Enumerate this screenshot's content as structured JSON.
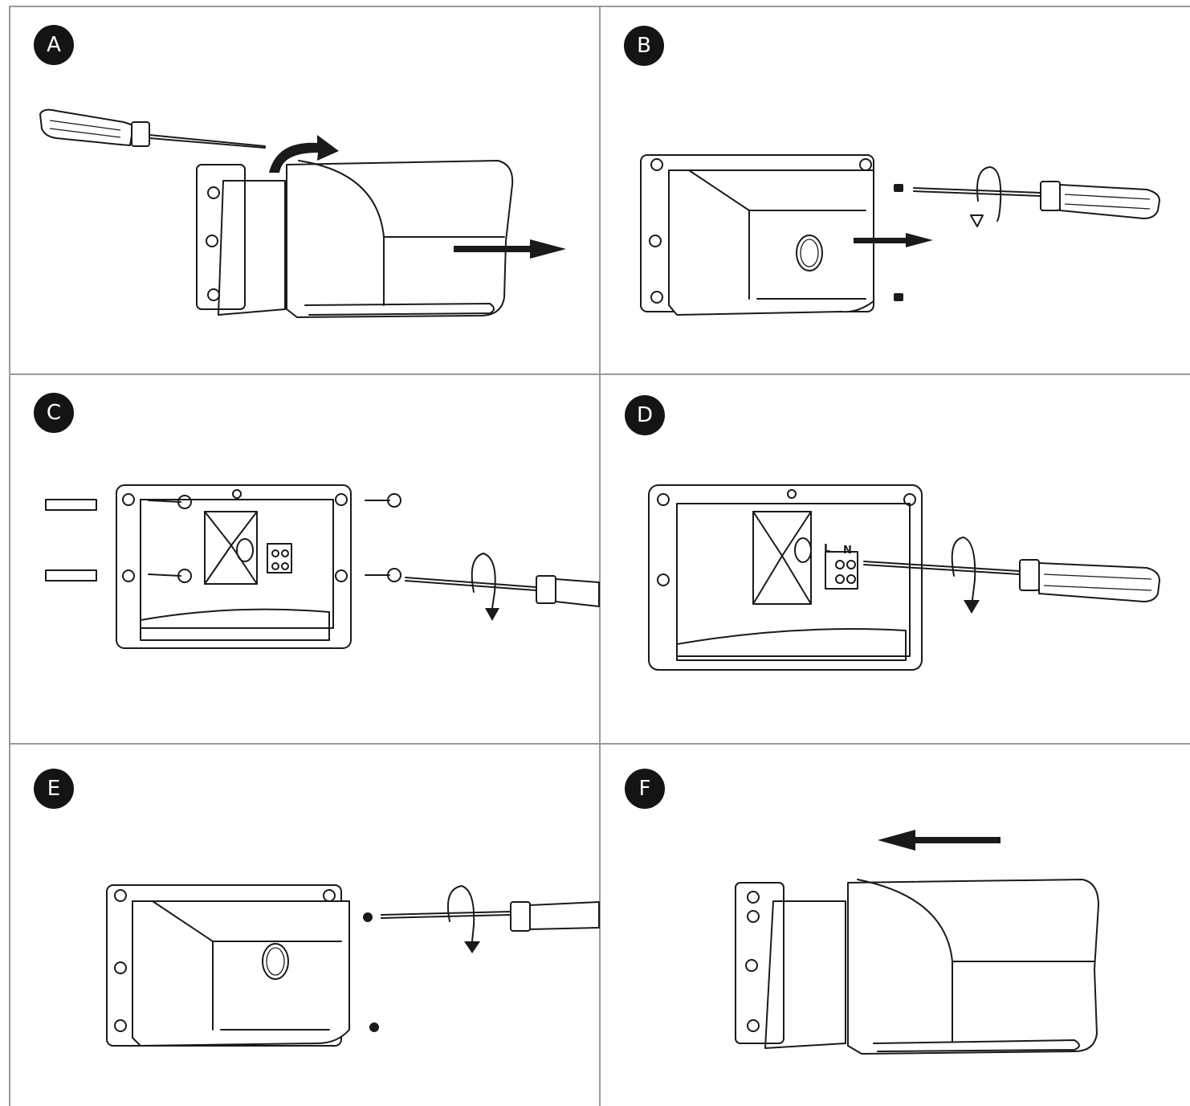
{
  "steps": [
    {
      "id": "A",
      "label": "A"
    },
    {
      "id": "B",
      "label": "B"
    },
    {
      "id": "C",
      "label": "C"
    },
    {
      "id": "D",
      "label": "D"
    },
    {
      "id": "E",
      "label": "E"
    },
    {
      "id": "F",
      "label": "F"
    }
  ],
  "terminal_labels": {
    "live": "L",
    "neutral": "N"
  },
  "icons": [
    "screwdriver-icon",
    "rotate-arrow-icon",
    "direction-arrow-icon",
    "wall-plug-icon",
    "screw-icon",
    "terminal-block-icon"
  ]
}
